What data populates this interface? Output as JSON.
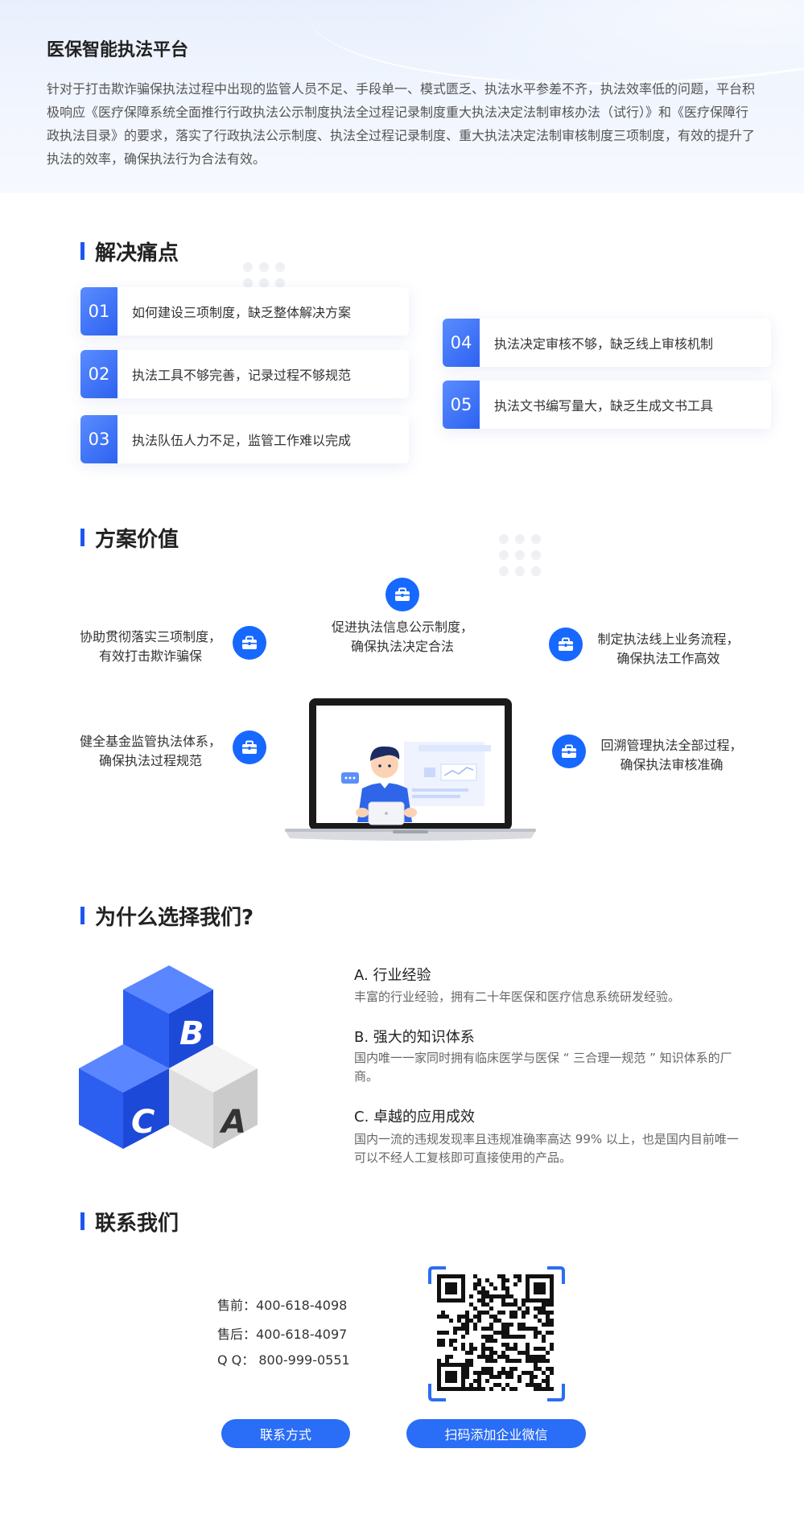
{
  "header": {
    "title": "医保智能执法平台",
    "description": "针对于打击欺诈骗保执法过程中出现的监管人员不足、手段单一、模式匮乏、执法水平参差不齐，执法效率低的问题，平台积极响应《医疗保障系统全面推行行政执法公示制度执法全过程记录制度重大执法决定法制审核办法（试行）》和《医疗保障行政执法目录》的要求，落实了行政执法公示制度、执法全过程记录制度、重大执法决定法制审核制度三项制度，有效的提升了执法的效率，确保执法行为合法有效。"
  },
  "pain_points": {
    "title": "解决痛点",
    "items": [
      {
        "num": "01",
        "text": "如何建设三项制度，缺乏整体解决方案"
      },
      {
        "num": "02",
        "text": "执法工具不够完善，记录过程不够规范"
      },
      {
        "num": "03",
        "text": "执法队伍人力不足，监管工作难以完成"
      },
      {
        "num": "04",
        "text": "执法决定审核不够，缺乏线上审核机制"
      },
      {
        "num": "05",
        "text": "执法文书编写量大，缺乏生成文书工具"
      }
    ]
  },
  "value": {
    "title": "方案价值",
    "items": [
      {
        "line1": "协助贯彻落实三项制度，",
        "line2": "有效打击欺诈骗保"
      },
      {
        "line1": "促进执法信息公示制度，",
        "line2": "确保执法决定合法"
      },
      {
        "line1": "制定执法线上业务流程，",
        "line2": "确保执法工作高效"
      },
      {
        "line1": "健全基金监管执法体系，",
        "line2": "确保执法过程规范"
      },
      {
        "line1": "回溯管理执法全部过程，",
        "line2": "确保执法审核准确"
      }
    ],
    "icon": "briefcase-icon"
  },
  "why": {
    "title": "为什么选择我们?",
    "cube_letters": [
      "B",
      "C",
      "A"
    ],
    "items": [
      {
        "heading": "A. 行业经验",
        "text": "丰富的行业经验，拥有二十年医保和医疗信息系统研发经验。"
      },
      {
        "heading": "B. 强大的知识体系",
        "text": "国内唯一一家同时拥有临床医学与医保 “ 三合理一规范 ” 知识体系的厂商。"
      },
      {
        "heading": "C. 卓越的应用成效",
        "text": "国内一流的违规发现率且违规准确率高达 99% 以上，也是国内目前唯一可以不经人工复核即可直接使用的产品。"
      }
    ]
  },
  "contact": {
    "title": "联系我们",
    "presale": "售前：400-618-4098",
    "aftersale": "售后：400-618-4097",
    "qq": "Q Q： 800-999-0551",
    "contact_button": "联系方式",
    "wechat_button": "扫码添加企业微信"
  },
  "colors": {
    "accent": "#1f56f2",
    "icon_bg": "#1668ff",
    "button": "#2a6df6"
  }
}
